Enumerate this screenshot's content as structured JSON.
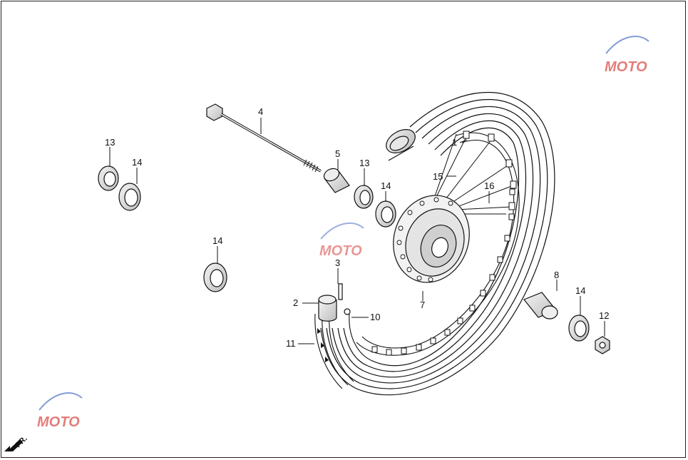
{
  "diagram": {
    "callouts": [
      {
        "id": "c1",
        "number": "1"
      },
      {
        "id": "c2",
        "number": "2"
      },
      {
        "id": "c3",
        "number": "3"
      },
      {
        "id": "c4",
        "number": "4"
      },
      {
        "id": "c5",
        "number": "5"
      },
      {
        "id": "c7",
        "number": "7"
      },
      {
        "id": "c8",
        "number": "8"
      },
      {
        "id": "c10",
        "number": "10"
      },
      {
        "id": "c11",
        "number": "11"
      },
      {
        "id": "c12",
        "number": "12"
      },
      {
        "id": "c13a",
        "number": "13"
      },
      {
        "id": "c13b",
        "number": "13"
      },
      {
        "id": "c14a",
        "number": "14"
      },
      {
        "id": "c14b",
        "number": "14"
      },
      {
        "id": "c14c",
        "number": "14"
      },
      {
        "id": "c14d",
        "number": "14"
      },
      {
        "id": "c15",
        "number": "15"
      },
      {
        "id": "c16",
        "number": "16"
      }
    ],
    "direction_label": "FR.",
    "watermark_text": "MOTO",
    "colors": {
      "line": "#111111",
      "part_fill": "#d9d9d9",
      "part_fill_light": "#eeeeee",
      "watermark_red": "#d9534f",
      "watermark_blue": "#5b7dc8",
      "watermark_gray": "#9a9a9a"
    }
  }
}
